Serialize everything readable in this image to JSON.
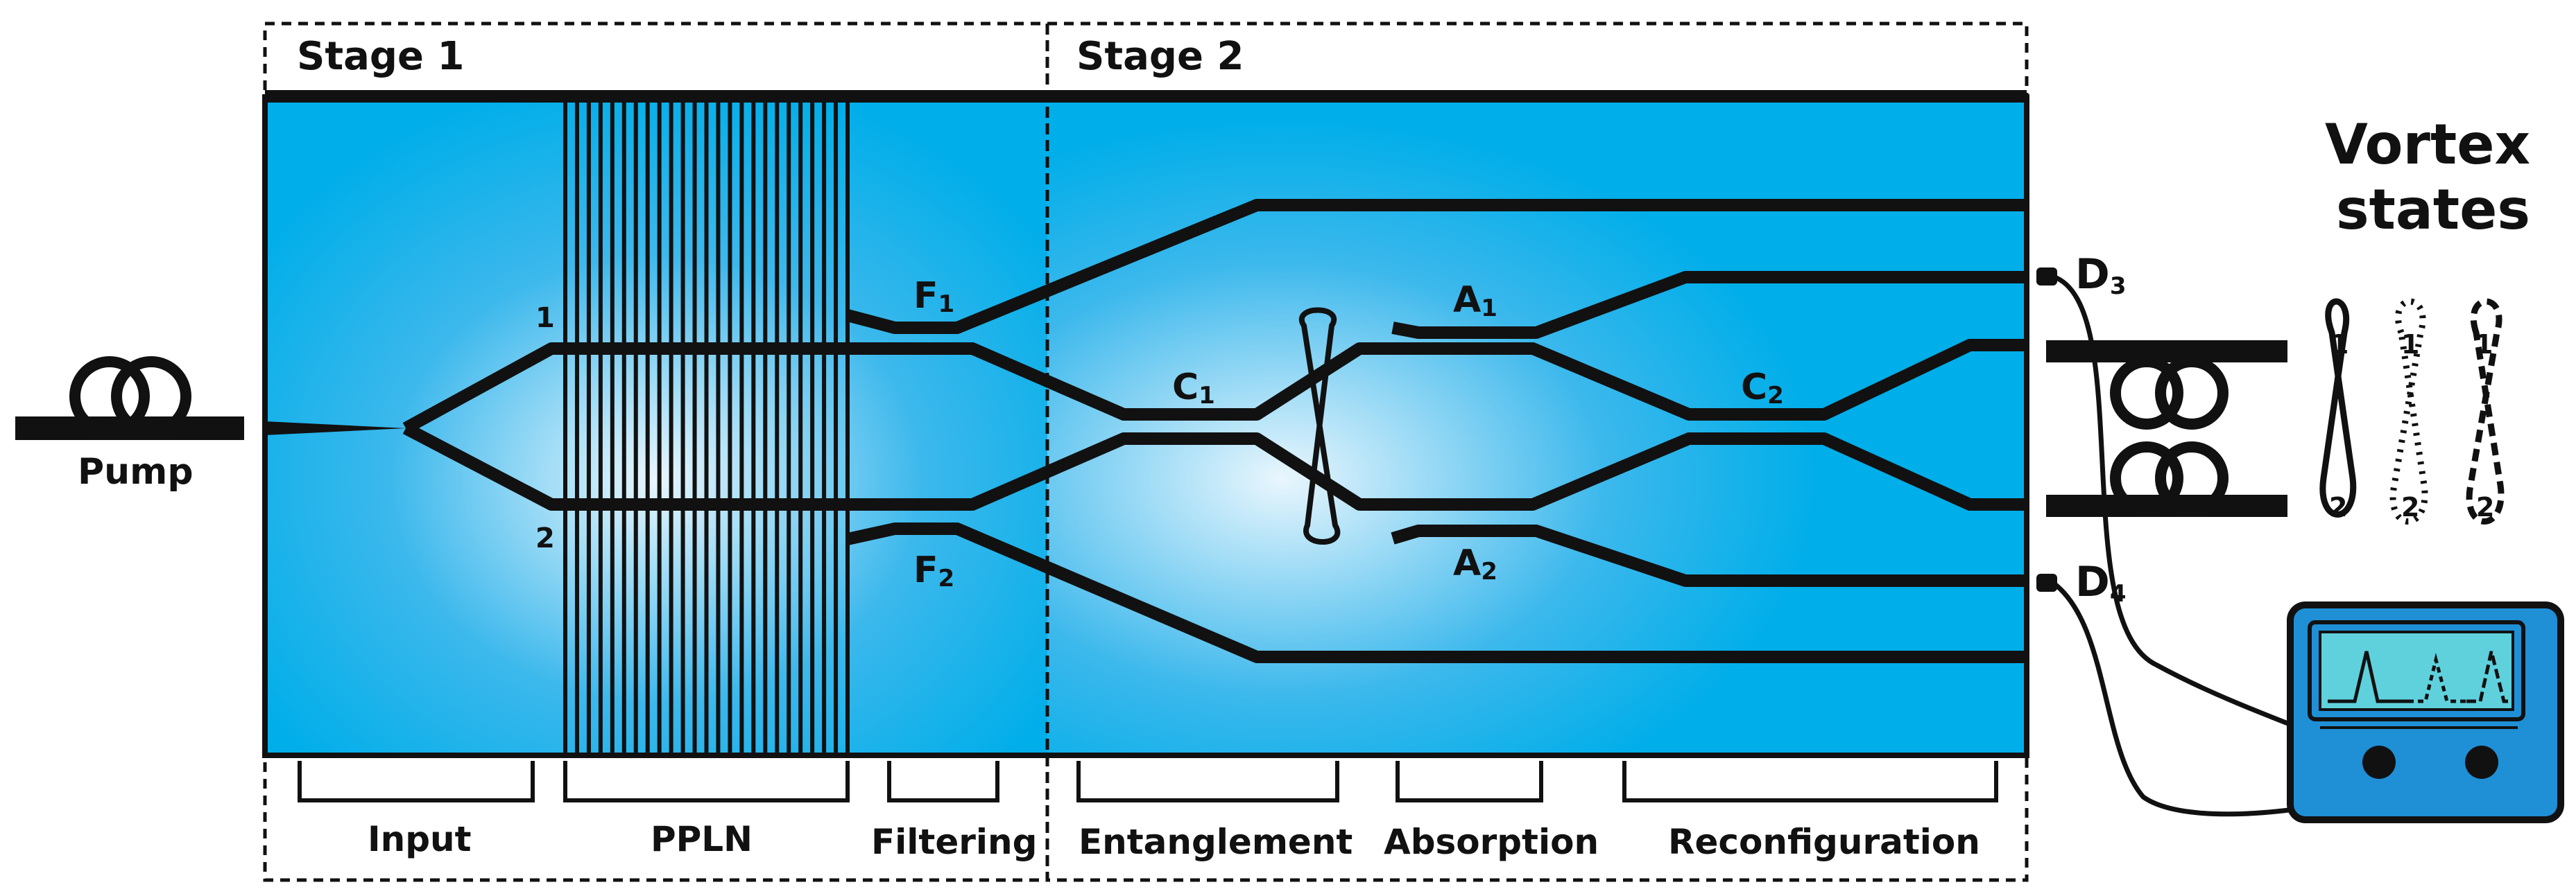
{
  "colors": {
    "chip_light": "#e9f6fd",
    "chip_mid": "#3cb8ec",
    "chip_dark": "#00aee9",
    "stroke": "#111111",
    "monitor_body": "#1f8fd6",
    "monitor_screen": "#5fd1dd"
  },
  "stages": [
    {
      "label": "Stage 1"
    },
    {
      "label": "Stage 2"
    }
  ],
  "pump": {
    "label": "Pump"
  },
  "ports": {
    "port1": "1",
    "port2": "2"
  },
  "filters": {
    "f1": "F",
    "f1_sub": "1",
    "f2": "F",
    "f2_sub": "2"
  },
  "couplers": {
    "c1": "C",
    "c1_sub": "1",
    "c2": "C",
    "c2_sub": "2"
  },
  "absorbers": {
    "a1": "A",
    "a1_sub": "1",
    "a2": "A",
    "a2_sub": "2"
  },
  "detectors": {
    "d3": "D",
    "d3_sub": "3",
    "d4": "D",
    "d4_sub": "4"
  },
  "sections": [
    {
      "label": "Input"
    },
    {
      "label": "PPLN"
    },
    {
      "label": "Filtering"
    },
    {
      "label": "Entanglement"
    },
    {
      "label": "Absorption"
    },
    {
      "label": "Reconfiguration"
    }
  ],
  "vortex": {
    "title_line1": "Vortex",
    "title_line2": "states",
    "loop_top_label": "1",
    "loop_bottom_label": "2"
  }
}
